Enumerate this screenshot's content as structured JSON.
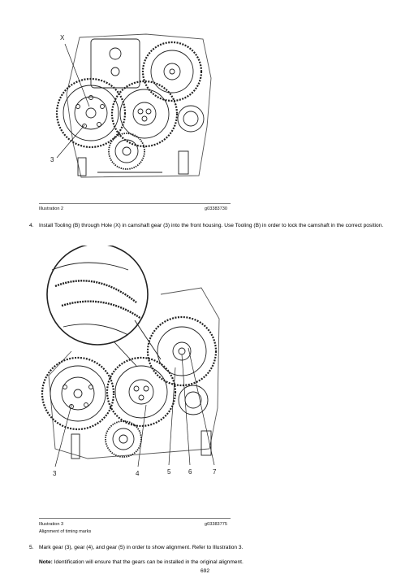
{
  "figure1": {
    "callouts": {
      "x": "X",
      "three": "3"
    },
    "caption": "Illustration 2",
    "code": "g03383730"
  },
  "step4": {
    "number": "4.",
    "text": "Install Tooling (B) through Hole (X) in camshaft gear (3) into the front housing. Use Tooling (B) in order to lock the camshaft in the correct position."
  },
  "figure2": {
    "callouts": {
      "c3": "3",
      "c4": "4",
      "c5": "5",
      "c6": "6",
      "c7": "7"
    },
    "caption": "Illustration 3",
    "subcaption": "Alignment of timing marks",
    "code": "g03383775"
  },
  "step5": {
    "number": "5.",
    "text": "Mark gear (3), gear (4), and gear (5) in order to show alignment. Refer to Illustration 3."
  },
  "note": {
    "label": "Note:",
    "text": " Identification will ensure that the gears can be installed in the original alignment."
  },
  "page_number": "692"
}
